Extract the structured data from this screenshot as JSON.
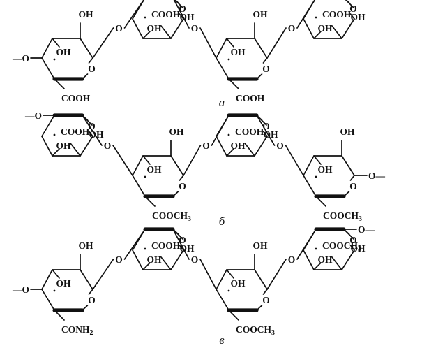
{
  "figure": {
    "panels": [
      {
        "label": "а",
        "end_left": "—O",
        "end_right": "—",
        "linkers": [
          "O",
          "O",
          "O"
        ],
        "units": [
          {
            "orientation": "down",
            "ring_o": "O",
            "oh_top": "OH",
            "oh_mid": "OH",
            "substituent": "COOH"
          },
          {
            "orientation": "up",
            "ring_o": "O",
            "oh_mid": "OH",
            "oh_bottom": "OH",
            "substituent": "COOH"
          },
          {
            "orientation": "down",
            "ring_o": "O",
            "oh_top": "OH",
            "oh_mid": "OH",
            "substituent": "COOH"
          },
          {
            "orientation": "up",
            "ring_o": "O",
            "oh_mid": "OH",
            "oh_bottom": "OH",
            "substituent": "COOH"
          }
        ]
      },
      {
        "label": "б",
        "end_left": "—O",
        "end_right": "O—",
        "linkers": [
          "O",
          "O",
          "O"
        ],
        "units": [
          {
            "orientation": "up",
            "ring_o": "O",
            "oh_mid": "OH",
            "oh_bottom": "OH",
            "substituent": "COOH"
          },
          {
            "orientation": "down",
            "ring_o": "O",
            "oh_top": "OH",
            "oh_mid": "OH",
            "substituent": "COOCH3"
          },
          {
            "orientation": "up",
            "ring_o": "O",
            "oh_mid": "OH",
            "oh_bottom": "OH",
            "substituent": "COOH"
          },
          {
            "orientation": "down",
            "ring_o": "O",
            "oh_top": "OH",
            "oh_mid": "OH",
            "substituent": "COOCH3"
          }
        ]
      },
      {
        "label": "в",
        "end_left": "—O",
        "end_right": "O—",
        "linkers": [
          "O",
          "O",
          "O"
        ],
        "units": [
          {
            "orientation": "down",
            "ring_o": "O",
            "oh_top": "OH",
            "oh_mid": "OH",
            "substituent": "CONH2"
          },
          {
            "orientation": "up",
            "ring_o": "O",
            "oh_mid": "OH",
            "oh_bottom": "OH",
            "substituent": "COOH"
          },
          {
            "orientation": "down",
            "ring_o": "O",
            "oh_top": "OH",
            "oh_mid": "OH",
            "substituent": "COOCH3"
          },
          {
            "orientation": "up",
            "ring_o": "O",
            "oh_mid": "OH",
            "oh_bottom": "OH",
            "substituent": "COOCH3"
          }
        ]
      }
    ]
  }
}
